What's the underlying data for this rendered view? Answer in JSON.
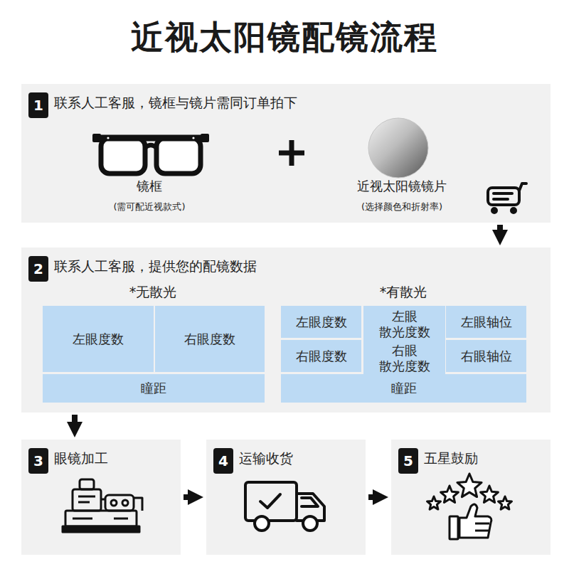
{
  "diagram": {
    "title": "近视太阳镜配镜流程",
    "nodes": [
      {
        "text": [
          "联系人工客服，镜框与镜片需同订单拍下"
        ]
      },
      {
        "text": [
          "1"
        ],
        "in": 0
      },
      {
        "text": [
          "联系人工客服，提供您的配镜数据"
        ]
      },
      {
        "text": [
          "2"
        ],
        "in": 2
      },
      {
        "text": [
          "左眼度数"
        ],
        "in": 2
      },
      {
        "text": [
          "右眼度数"
        ],
        "in": 2
      },
      {
        "text": [
          "瞳距"
        ],
        "in": 2
      },
      {
        "text": [
          "左眼度数"
        ],
        "in": 2
      },
      {
        "text": [
          "左眼 散光度数"
        ],
        "in": 2
      },
      {
        "text": [
          "左眼轴位"
        ],
        "in": 2
      },
      {
        "text": [
          "右眼度数"
        ],
        "in": 2
      },
      {
        "text": [
          "右眼 散光度数"
        ],
        "in": 2
      },
      {
        "text": [
          "右眼轴位"
        ],
        "in": 2
      },
      {
        "text": [
          "瞳距"
        ],
        "in": 2
      },
      {
        "text": [
          "眼镜加工"
        ]
      },
      {
        "text": [
          "3"
        ],
        "in": 14
      },
      {
        "text": [
          "运输收货"
        ]
      },
      {
        "text": [
          "4"
        ],
        "in": 16
      },
      {
        "text": [
          "五星鼓励"
        ]
      },
      {
        "text": [
          "5"
        ],
        "in": 18
      }
    ],
    "edges": [
      {
        "from": 0,
        "to": 2,
        "arrow": "to"
      },
      {
        "from": 2,
        "to": 14,
        "arrow": "to"
      },
      {
        "from": 14,
        "to": 16,
        "arrow": "to"
      },
      {
        "from": 16,
        "to": 18,
        "arrow": "to"
      }
    ],
    "labels": [
      "镜框",
      "(需可配近视款式)",
      "近视太阳镜镜片",
      "(选择颜色和折射率)",
      "*无散光",
      "*有散光"
    ]
  }
}
